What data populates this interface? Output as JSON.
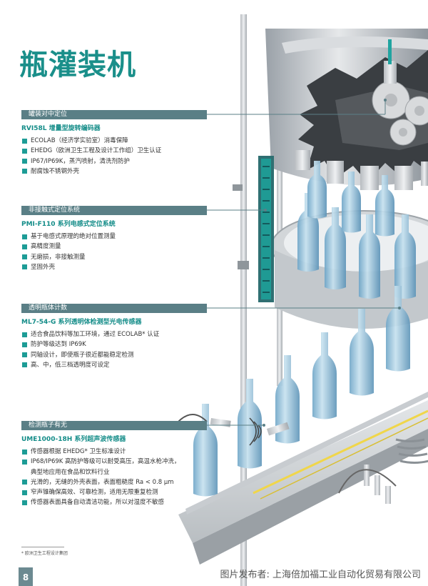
{
  "title": "瓶灌装机",
  "sections": [
    {
      "header": "罐装对中定位",
      "model": "RVI58L",
      "subtitle": " 增量型旋转编码器",
      "items": [
        "ECOLAB（经济学实验室）消毒保障",
        "EHEDG（欧洲卫生工程及设计工作组）卫生认证",
        "IP67/IP69K，蒸汽喷射，清洗剂防护",
        "耐腐蚀不锈钢外壳"
      ]
    },
    {
      "header": "非接触式定位系统",
      "model": "PMI-F110",
      "subtitle": " 系列电感式定位系统",
      "items": [
        "基于电感式原理的绝对位置测量",
        "高精度测量",
        "无磨损，非接触测量",
        "坚固外壳"
      ]
    },
    {
      "header": "透明瓶体计数",
      "model": "ML7-54-G",
      "subtitle": " 系列透明体检测型光电传感器",
      "items": [
        "适合食品饮料等加工环境，通过 ECOLAB* 认证",
        "防护等级达到 IP69K",
        "同轴设计，即使瓶子很近都能稳定检测",
        "高、中，低三档透明度可设定"
      ]
    },
    {
      "header": "检测瓶子有无",
      "model": "UME1000-18H",
      "subtitle": " 系列超声波传感器",
      "items": [
        "传感器根据 EHEDG* 卫生标准设计",
        "IP68/IP69K 高防护等级可以耐受高压，高温水枪冲洗，",
        "典型地应用在食品和饮料行业",
        "光滑的，无缝的外壳表面，表面粗糙度 Ra < 0.8 μm",
        "窄声锥确保高效、可靠检测，适用无限重复检测",
        "传感器表面具备自动清洁功能，所以对湿度不敏感"
      ]
    }
  ],
  "footnote": "* 欧洲卫生工程设计集团",
  "page_number": "8",
  "publisher": "图片发布者:   上海倍加福工业自动化贸易有限公司",
  "colors": {
    "accent": "#1a8f8a",
    "bar": "#5a7f86",
    "bullet": "#1d9c96"
  }
}
